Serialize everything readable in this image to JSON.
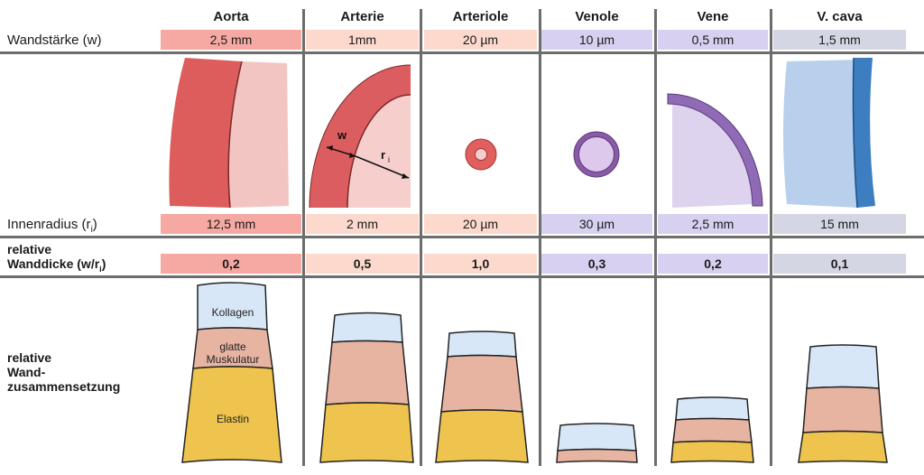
{
  "columns": [
    {
      "name": "Aorta",
      "wall": "2,5 mm",
      "radius": "12,5 mm",
      "ratio": "0,2",
      "color": "#f6a9a2"
    },
    {
      "name": "Arterie",
      "wall": "1mm",
      "radius": "2 mm",
      "ratio": "0,5",
      "color": "#fcd9cc"
    },
    {
      "name": "Arteriole",
      "wall": "20 µm",
      "radius": "20 µm",
      "ratio": "1,0",
      "color": "#fcd9cc"
    },
    {
      "name": "Venole",
      "wall": "10 µm",
      "radius": "30 µm",
      "ratio": "0,3",
      "color": "#d7d0f0"
    },
    {
      "name": "Vene",
      "wall": "0,5 mm",
      "radius": "2,5 mm",
      "ratio": "0,2",
      "color": "#d7d0f0"
    },
    {
      "name": "V. cava",
      "wall": "1,5 mm",
      "radius": "15 mm",
      "ratio": "0,1",
      "color": "#d4d6e3"
    }
  ],
  "rows": {
    "wall_label": "Wandstärke (w)",
    "radius_label_main": "Innenradius (r",
    "radius_label_sub": "i",
    "radius_label_end": ")",
    "ratio_label_line1": "relative",
    "ratio_label_line2": "Wanddicke (w/r",
    "ratio_label_sub": "i",
    "ratio_label_end": ")",
    "composition_label_line1": "relative",
    "composition_label_line2": "Wand-",
    "composition_label_line3": "zusammensetzung"
  },
  "diagram_labels": {
    "w": "w",
    "r": "r",
    "r_sub": "i"
  },
  "composition_labels": {
    "kollagen": "Kollagen",
    "glatte1": "glatte",
    "glatte2": "Muskulatur",
    "elastin": "Elastin"
  },
  "composition_colors": {
    "kollagen": "#d8e7f7",
    "muskulatur": "#e8b4a2",
    "elastin": "#eec44e"
  }
}
